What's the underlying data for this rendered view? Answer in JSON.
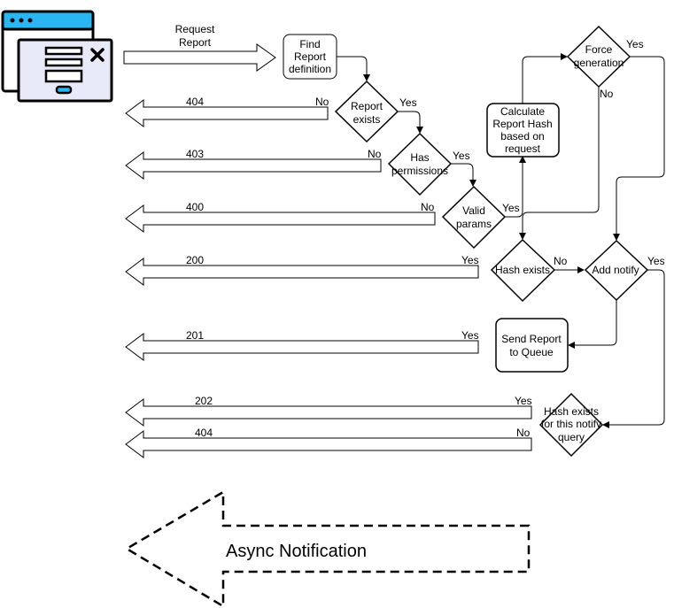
{
  "colors": {
    "stroke": "#000000",
    "fill": "#ffffff",
    "icon_bar": "#29b6f2",
    "icon_panel": "#e8e9f9",
    "icon_button": "#29b6f2"
  },
  "icons": {
    "client": "application-window-icon"
  },
  "request": {
    "line1": "Request",
    "line2": "Report"
  },
  "nodes": {
    "find_report": {
      "lines": [
        "Find",
        "Report",
        "definition"
      ]
    },
    "report_exists": {
      "lines": [
        "Report",
        "exists"
      ]
    },
    "has_permissions": {
      "lines": [
        "Has",
        "permissions"
      ]
    },
    "valid_params": {
      "lines": [
        "Valid",
        "params"
      ]
    },
    "calc_hash": {
      "lines": [
        "Calculate",
        "Report Hash",
        "based on",
        "request"
      ]
    },
    "force_generation": {
      "lines": [
        "Force",
        "generation"
      ]
    },
    "hash_exists": {
      "lines": [
        "Hash exists"
      ]
    },
    "add_notify": {
      "lines": [
        "Add notify"
      ]
    },
    "send_queue": {
      "lines": [
        "Send Report",
        "to Queue"
      ]
    },
    "hash_notify": {
      "lines": [
        "Hash exists",
        "for this notify",
        "query"
      ]
    }
  },
  "edges": {
    "report_exists_yes": "Yes",
    "has_permissions_yes": "Yes",
    "valid_params_yes": "Yes",
    "force_generation_yes": "Yes",
    "force_generation_no": "No",
    "hash_exists_no": "No",
    "add_notify_yes": "Yes"
  },
  "responses": [
    {
      "code": "404",
      "cond": "No"
    },
    {
      "code": "403",
      "cond": "No"
    },
    {
      "code": "400",
      "cond": "No"
    },
    {
      "code": "200",
      "cond": "Yes"
    },
    {
      "code": "201",
      "cond": "Yes"
    },
    {
      "code": "202",
      "cond": "Yes"
    },
    {
      "code": "404",
      "cond": "No"
    }
  ],
  "async": {
    "label": "Async Notification"
  }
}
